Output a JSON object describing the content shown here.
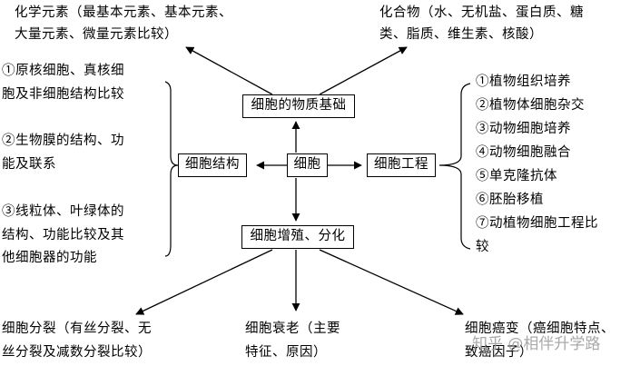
{
  "center": {
    "label": "细胞"
  },
  "top_box": {
    "label": "细胞的物质基础"
  },
  "left_box": {
    "label": "细胞结构"
  },
  "right_box": {
    "label": "细胞工程"
  },
  "bottom_box": {
    "label": "细胞增殖、分化"
  },
  "top_left_text": [
    "化学元素（最基本元素、基本元素、",
    "大量元素、微量元素比较）"
  ],
  "top_right_text": [
    "化合物（水、无机盐、蛋白质、糖",
    "类、脂质、维生素、核酸）"
  ],
  "left_items": [
    [
      "①原核细胞、真核细",
      "胞及非细胞结构比较"
    ],
    [
      "②生物膜的结构、功",
      "能及联系"
    ],
    [
      "③线粒体、叶绿体的",
      "结构、功能比较及其",
      "他细胞器的功能"
    ]
  ],
  "right_items": [
    "①植物组织培养",
    "②植物体细胞杂交",
    "③动物细胞培养",
    "④动物细胞融合",
    "⑤单克隆抗体",
    "⑥胚胎移植",
    "⑦动植物细胞工程比",
    "较"
  ],
  "bottom_left_text": [
    "细胞分裂（有丝分裂、无",
    "丝分裂及减数分裂比较）"
  ],
  "bottom_center_text": [
    "细胞衰老（主要",
    "特征、原因）"
  ],
  "bottom_right_text": [
    "细胞癌变（癌细胞特点、",
    "致癌因子）"
  ],
  "watermark": "知乎 @相伴升学路",
  "colors": {
    "line": "#000000",
    "background": "#ffffff",
    "watermark": "#9a9a9a"
  }
}
